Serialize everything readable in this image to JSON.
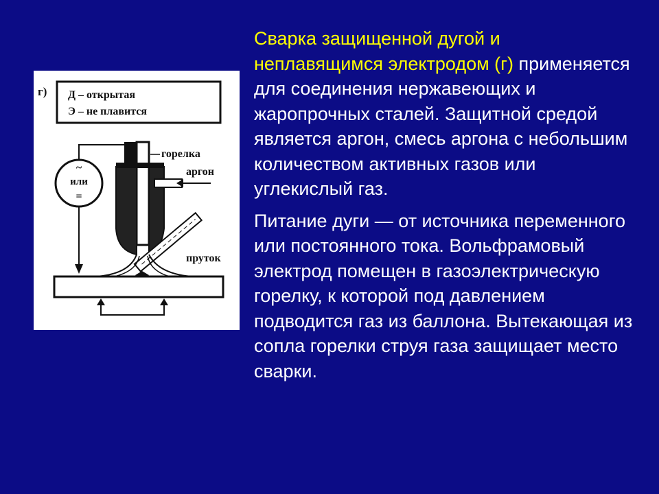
{
  "figure": {
    "label": "г)",
    "legend": {
      "line1": "Д – открытая",
      "line2": "Э – не плавится"
    },
    "source": {
      "line1": "~",
      "line2": "или",
      "line3": "="
    },
    "labels": {
      "torch": "горелка",
      "argon": "аргон",
      "rod": "пруток"
    }
  },
  "text": {
    "p1_highlight_line1": "Сварка защищенной дугой и",
    "p1_highlight_line2": "неплавящимся электродом (г)",
    "p1_rest": "применяется для соединения нержавеющих и жаропрочных сталей. Защитной средой является аргон, смесь аргона с небольшим количеством активных газов или углекислый газ.",
    "p2": "Питание дуги — от источника переменного или постоянного тока. Вольфрамовый электрод помещен в газоэлектрическую горелку, к которой под давлением подводится газ из баллона. Вытекающая из сопла горелки струя газа защищает место сварки."
  },
  "colors": {
    "background": "#0c0c86",
    "highlight": "#ffff00",
    "body_text": "#ffffff"
  }
}
